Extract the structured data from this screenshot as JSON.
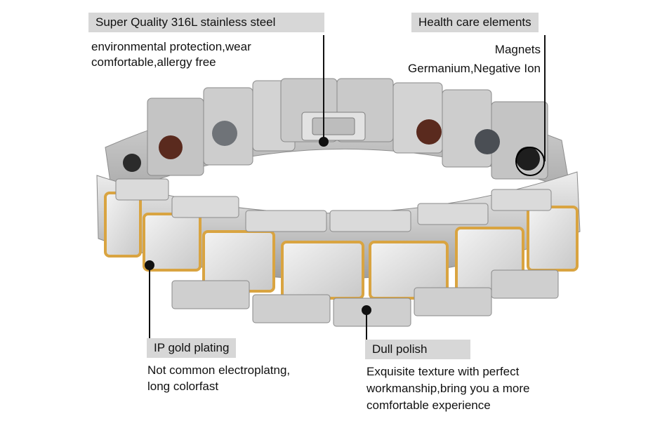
{
  "callouts": {
    "steel": {
      "title": "Super Quality 316L stainless steel",
      "line1": "environmental protection,wear",
      "line2": "comfortable,allergy free"
    },
    "health": {
      "title": "Health care elements",
      "line1": "Magnets",
      "line2": "Germanium,Negative Ion"
    },
    "gold": {
      "title": "IP gold plating",
      "line1": "Not common electroplatng,",
      "line2": "long colorfast"
    },
    "polish": {
      "title": "Dull polish",
      "line1": "Exquisite texture with perfect",
      "line2": "workmanship,bring you a more",
      "line3": "comfortable experience"
    }
  },
  "colors": {
    "label_bg": "#d7d7d7",
    "steel": "#cfcfcf",
    "gold": "#d9a441",
    "magnet_dark": "#2b2b2b",
    "magnet_germanium": "#5a2a1e"
  }
}
